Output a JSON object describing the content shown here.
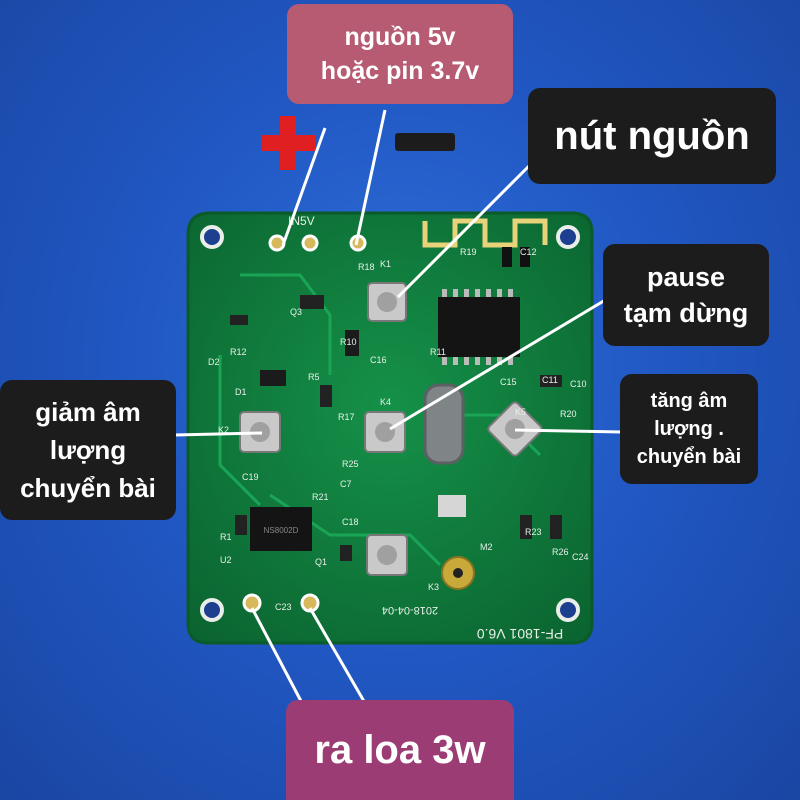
{
  "labels": {
    "power_input": {
      "line1": "nguồn 5v",
      "line2": "hoặc pin 3.7v"
    },
    "power_button": "nút nguồn",
    "pause": {
      "line1": "pause",
      "line2": "tạm dừng"
    },
    "volume_up": {
      "line1": "tăng âm",
      "line2": "lượng .",
      "line3": "chuyển bài"
    },
    "volume_down": {
      "line1": "giảm âm",
      "line2": "lượng",
      "line3": "chuyển bài"
    },
    "speaker_out": "ra loa 3w"
  },
  "board_silkscreen": {
    "model": "PF-1801 V6.0",
    "date": "2018-04-04",
    "amp_chip": "NS8002D",
    "tags": [
      "R12",
      "D1",
      "R5",
      "R17",
      "R10",
      "C16",
      "R11",
      "C19",
      "R25",
      "R21",
      "C7",
      "R1",
      "U2",
      "C18",
      "Q1",
      "C23",
      "K1",
      "K2",
      "K3",
      "K4",
      "K5",
      "M2",
      "R23",
      "R26",
      "C24",
      "R20",
      "C10",
      "C15",
      "C11",
      "D2",
      "R19",
      "C12",
      "R18",
      "Q3"
    ],
    "power_tag": "IN5V"
  },
  "colors": {
    "background": "#2158c4",
    "board": "#0f7a3a",
    "callout_dark": "#1c1c1c",
    "callout_pink": "#b65b71",
    "callout_purple": "#9b3c74",
    "plus_sign": "#e02020",
    "minus_sign": "#1c1c1c"
  },
  "icons": {
    "plus": "plus-sign-icon",
    "minus": "minus-sign-icon"
  }
}
